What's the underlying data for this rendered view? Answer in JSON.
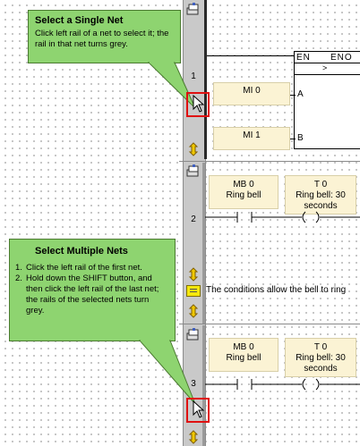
{
  "callouts": {
    "single": {
      "title": "Select a Single Net",
      "body": "Click left rail of a net to select it; the rail in that net turns grey."
    },
    "multiple": {
      "title": "Select Multiple Nets",
      "steps": [
        "Click the left rail of the first net.",
        "Hold down the SHIFT button, and then click the left rail of the last net; the rails of the selected nets turn grey."
      ]
    }
  },
  "net1": {
    "number": "1",
    "block": {
      "en": "EN",
      "eno": "ENO",
      "marker": ">"
    },
    "inputs": [
      {
        "operand": "MI 0",
        "pin": "A"
      },
      {
        "operand": "MI 1",
        "pin": "B"
      }
    ]
  },
  "net2": {
    "number": "2",
    "contact": {
      "address": "MB 0",
      "symbol": "Ring bell"
    },
    "coil": {
      "address": "T 0",
      "symbol": "Ring bell: 30 seconds"
    }
  },
  "net2_comment": "The conditions allow the bell to ring",
  "net3": {
    "number": "3",
    "contact": {
      "address": "MB 0",
      "symbol": "Ring bell"
    },
    "coil": {
      "address": "T 0",
      "symbol": "Ring bell: 30 seconds"
    }
  },
  "colors": {
    "callout_fill": "#8ed470",
    "highlight": "#e01010",
    "operand_fill": "#fbf3d4",
    "selected_rail": "#9a9a9a"
  },
  "icons": [
    "net-icon",
    "updown-arrows-icon",
    "comment-icon",
    "mouse-pointer-icon"
  ]
}
